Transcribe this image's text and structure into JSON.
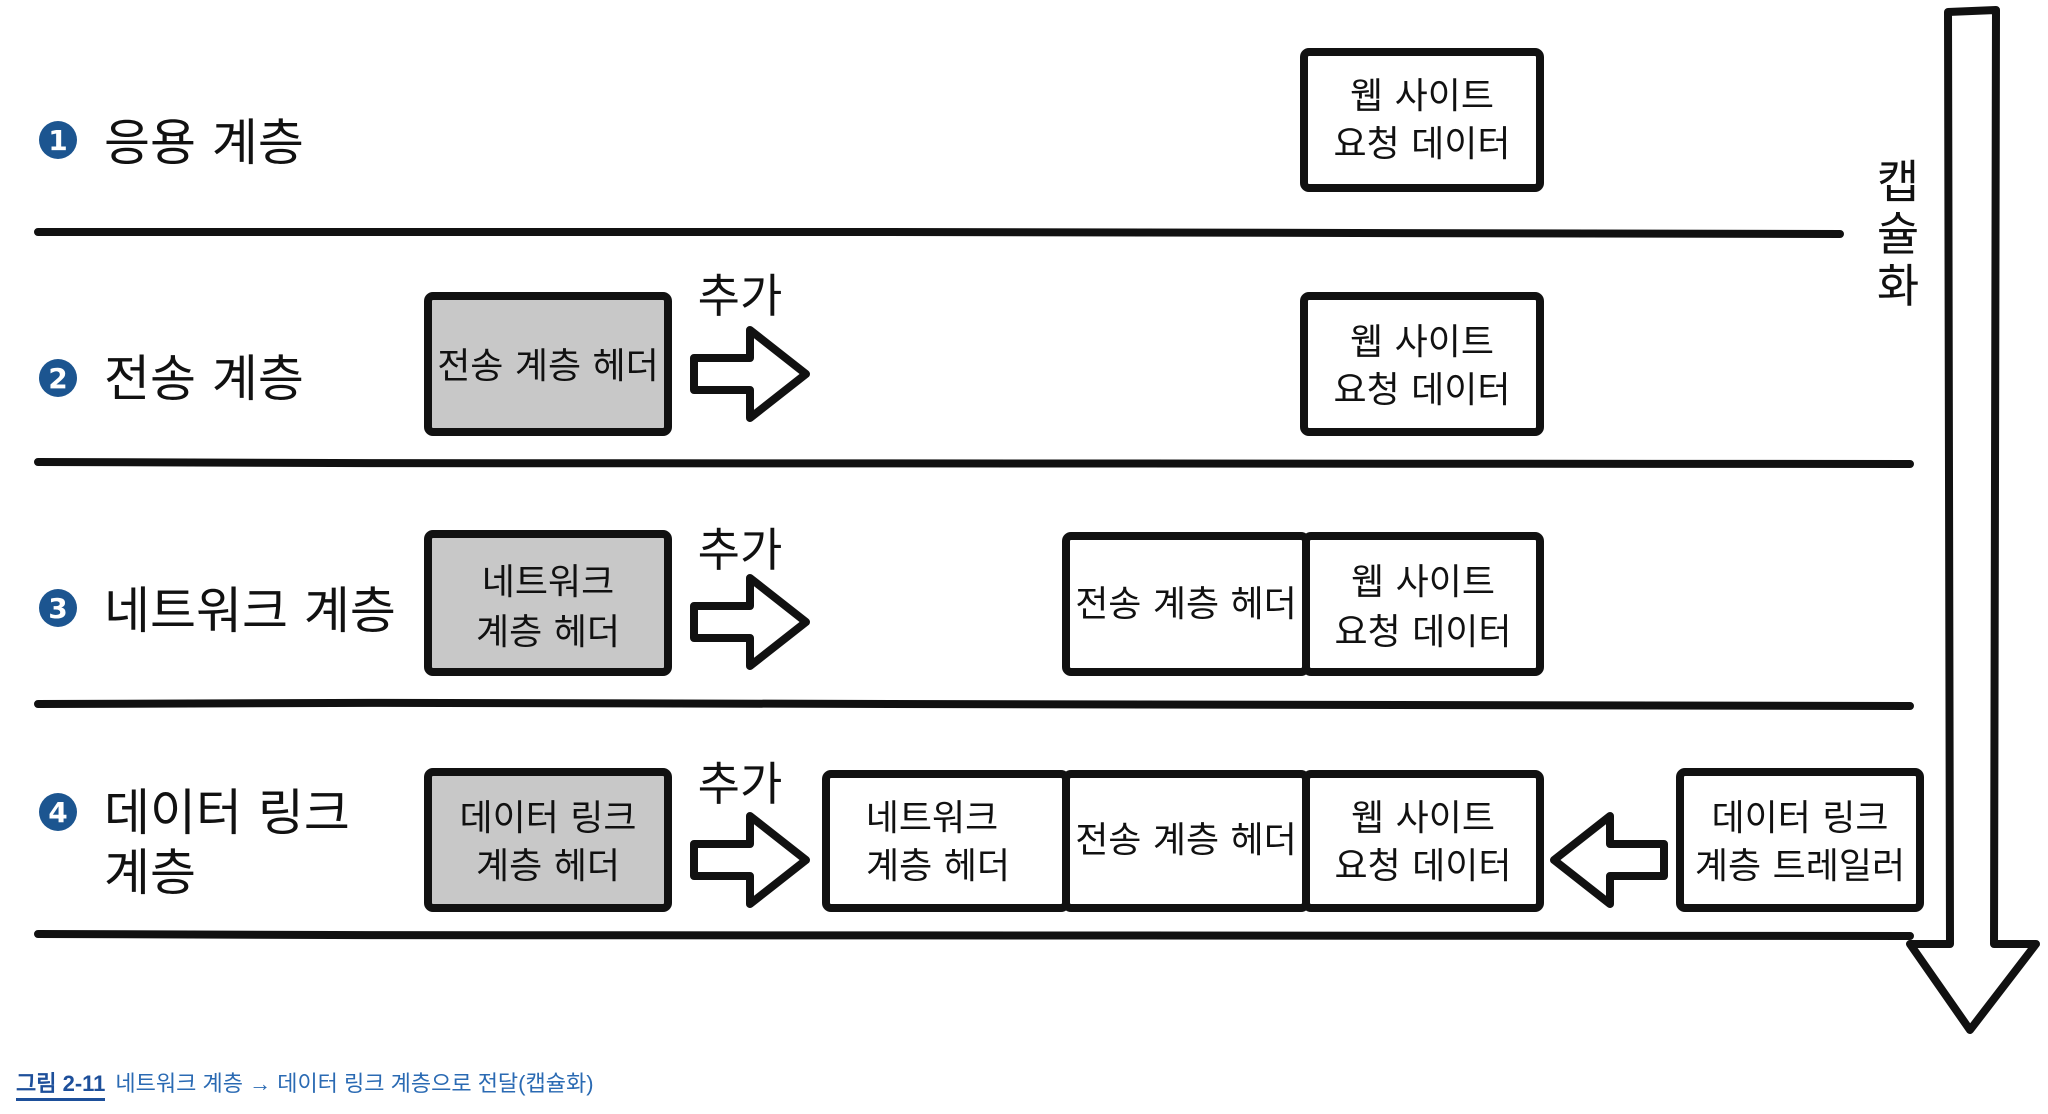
{
  "layers": [
    {
      "number": "1",
      "label_lines": [
        "응용 계층"
      ]
    },
    {
      "number": "2",
      "label_lines": [
        "전송 계층"
      ]
    },
    {
      "number": "3",
      "label_lines": [
        "네트워크 계층"
      ]
    },
    {
      "number": "4",
      "label_lines": [
        "데이터 링크",
        "계층"
      ]
    }
  ],
  "web_data_lines": [
    "웹 사이트",
    "요청 데이터"
  ],
  "transport_header_lines": [
    "전송 계층 헤더"
  ],
  "network_header_lines": [
    "네트워크",
    "계층 헤더"
  ],
  "datalink_header_lines": [
    "데이터 링크",
    "계층 헤더"
  ],
  "datalink_trailer_lines": [
    "데이터 링크",
    "계층 트레일러"
  ],
  "add_label": "추가",
  "encapsulation_label_chars": [
    "캡",
    "슐",
    "화"
  ],
  "caption": {
    "figure_label": "그림 2-11",
    "text": "네트워크 계층 → 데이터 링크 계층으로 전달(캡슐화)"
  },
  "colors": {
    "header_fill": "#c8c8c8",
    "box_fill": "#ffffff",
    "stroke": "#111111",
    "number_badge": "#1c5590",
    "caption": "#2a6ab3"
  }
}
